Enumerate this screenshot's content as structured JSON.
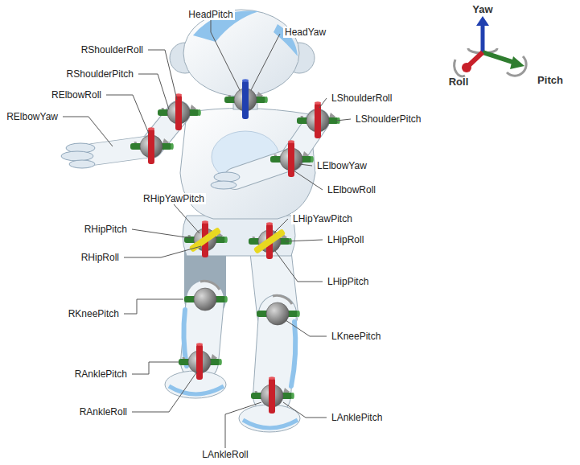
{
  "diagram": {
    "labels": [
      "HeadPitch",
      "HeadYaw",
      "RShoulderRoll",
      "RShoulderPitch",
      "RElbowRoll",
      "RElbowYaw",
      "LShoulderRoll",
      "LShoulderPitch",
      "LElbowYaw",
      "LElbowRoll",
      "RHipYawPitch",
      "LHipYawPitch",
      "RHipPitch",
      "RHipRoll",
      "LHipRoll",
      "LHipPitch",
      "RKneePitch",
      "LKneePitch",
      "RAnklePitch",
      "RAnkleRoll",
      "LAnklePitch",
      "LAnkleRoll",
      "Yaw",
      "Roll",
      "Pitch"
    ]
  }
}
